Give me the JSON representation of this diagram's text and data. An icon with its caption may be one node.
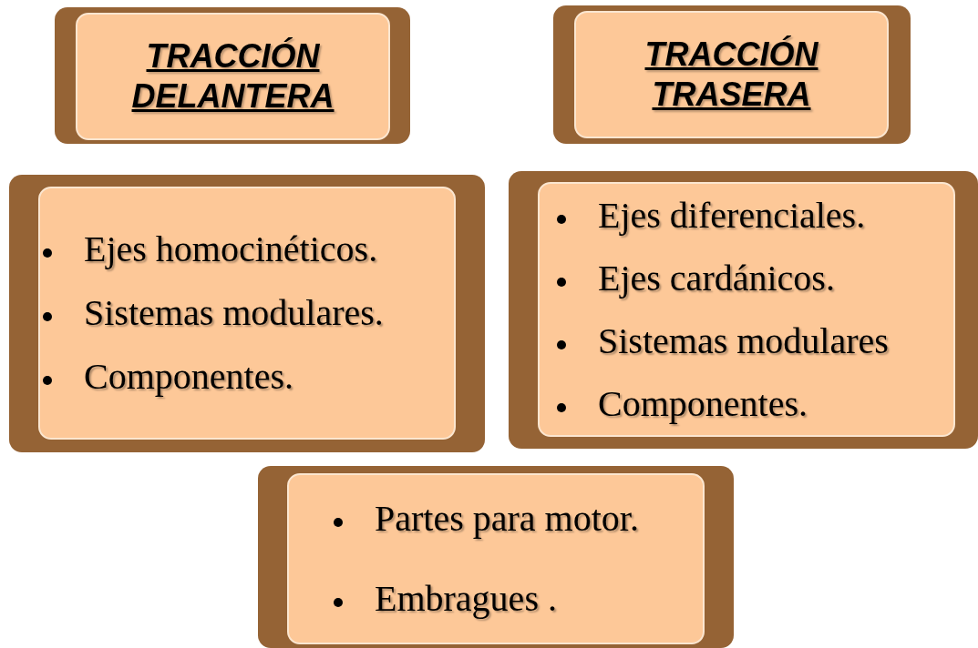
{
  "diagram": {
    "nodes": [
      {
        "text": [
          "TRACCIÓN DELANTERA"
        ]
      },
      {
        "text": [
          "TRACCIÓN TRASERA"
        ]
      },
      {
        "text": [
          "Ejes homocinéticos.",
          "Sistemas modulares.",
          "Componentes."
        ]
      },
      {
        "text": [
          "Ejes diferenciales.",
          "Ejes cardánicos.",
          "Sistemas modulares",
          "Componentes."
        ]
      },
      {
        "text": [
          "Partes para motor.",
          "Embragues ."
        ]
      }
    ]
  }
}
